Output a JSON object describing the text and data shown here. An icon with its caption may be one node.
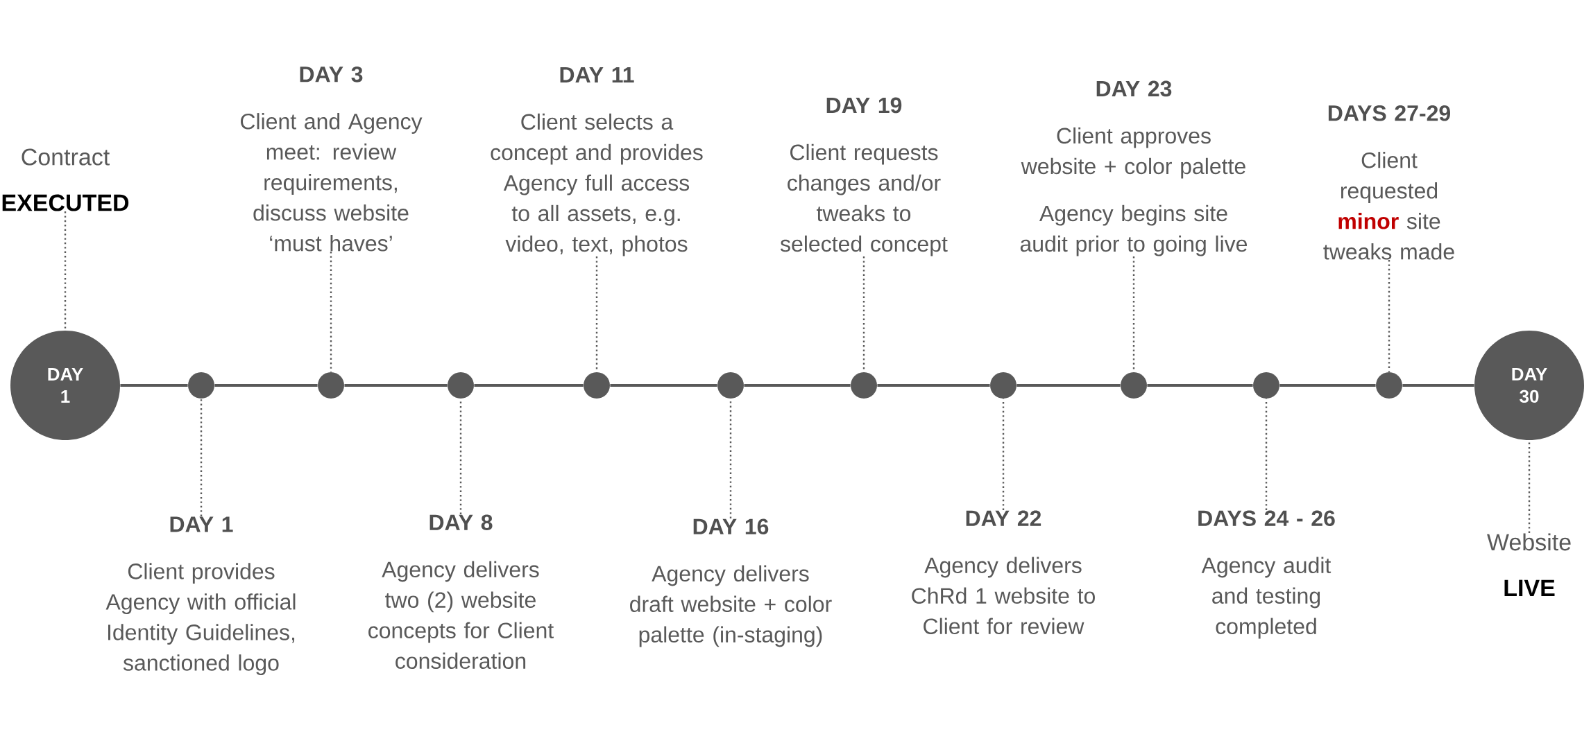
{
  "diagram": {
    "nodes": [
      {
        "text": [
          "DAY 1"
        ]
      },
      {
        "text": [],
        "shape": "circle"
      },
      {
        "text": [],
        "shape": "circle"
      },
      {
        "text": [],
        "shape": "circle"
      },
      {
        "text": [],
        "shape": "circle"
      },
      {
        "text": [],
        "shape": "circle"
      },
      {
        "text": [],
        "shape": "circle"
      },
      {
        "text": [],
        "shape": "circle"
      },
      {
        "text": [],
        "shape": "circle"
      },
      {
        "text": [],
        "shape": "circle"
      },
      {
        "text": [],
        "shape": "circle"
      },
      {
        "text": [
          "DAY 30"
        ]
      },
      {
        "text": [
          "Contract",
          "EXECUTED"
        ]
      },
      {
        "text": [
          "DAY 1",
          "Client provides Agency with official Identity Guidelines, sanctioned logo"
        ]
      },
      {
        "text": [
          "DAY 3",
          "Client and Agency meet: review requirements, discuss website ‘must haves’"
        ]
      },
      {
        "text": [
          "DAY 8",
          "Agency delivers two (2) website concepts for Client consideration"
        ]
      },
      {
        "text": [
          "DAY 11",
          "Client selects a concept and provides Agency full access to all assets, e.g. video, text, photos"
        ]
      },
      {
        "text": [
          "DAY 16",
          "Agency delivers draft website + color palette (in-staging)"
        ]
      },
      {
        "text": [
          "DAY 19",
          "Client requests changes and/or tweaks to selected concept"
        ]
      },
      {
        "text": [
          "DAY 22",
          "Agency delivers ChRd 1 website to Client for review"
        ]
      },
      {
        "text": [
          "DAY 23",
          "Client approves website + color palette",
          "Agency begins site audit prior to going live"
        ]
      },
      {
        "text": [
          "DAYS 24 - 26",
          "Agency audit and testing completed"
        ]
      },
      {
        "text": [
          "DAYS 27-29",
          "Client requested **minor** site tweaks made"
        ]
      },
      {
        "text": [
          "Website",
          "LIVE"
        ]
      }
    ],
    "edges": [
      {
        "from": 0,
        "to": 1,
        "arrow": "none"
      },
      {
        "from": 1,
        "to": 2,
        "arrow": "none"
      },
      {
        "from": 2,
        "to": 3,
        "arrow": "none"
      },
      {
        "from": 3,
        "to": 4,
        "arrow": "none"
      },
      {
        "from": 4,
        "to": 5,
        "arrow": "none"
      },
      {
        "from": 5,
        "to": 6,
        "arrow": "none"
      },
      {
        "from": 6,
        "to": 7,
        "arrow": "none"
      },
      {
        "from": 7,
        "to": 8,
        "arrow": "none"
      },
      {
        "from": 8,
        "to": 9,
        "arrow": "none"
      },
      {
        "from": 9,
        "to": 10,
        "arrow": "none"
      },
      {
        "from": 10,
        "to": 11,
        "arrow": "none"
      },
      {
        "from": 12,
        "to": 0,
        "arrow": "none",
        "style": "dashed"
      },
      {
        "from": 13,
        "to": 1,
        "arrow": "none",
        "style": "dashed"
      },
      {
        "from": 14,
        "to": 2,
        "arrow": "none",
        "style": "dashed"
      },
      {
        "from": 15,
        "to": 3,
        "arrow": "none",
        "style": "dashed"
      },
      {
        "from": 16,
        "to": 4,
        "arrow": "none",
        "style": "dashed"
      },
      {
        "from": 17,
        "to": 5,
        "arrow": "none",
        "style": "dashed"
      },
      {
        "from": 18,
        "to": 6,
        "arrow": "none",
        "style": "dashed"
      },
      {
        "from": 19,
        "to": 7,
        "arrow": "none",
        "style": "dashed"
      },
      {
        "from": 20,
        "to": 8,
        "arrow": "none",
        "style": "dashed"
      },
      {
        "from": 21,
        "to": 9,
        "arrow": "none",
        "style": "dashed"
      },
      {
        "from": 22,
        "to": 10,
        "arrow": "none",
        "style": "dashed"
      },
      {
        "from": 23,
        "to": 11,
        "arrow": "none",
        "style": "dashed"
      }
    ]
  }
}
